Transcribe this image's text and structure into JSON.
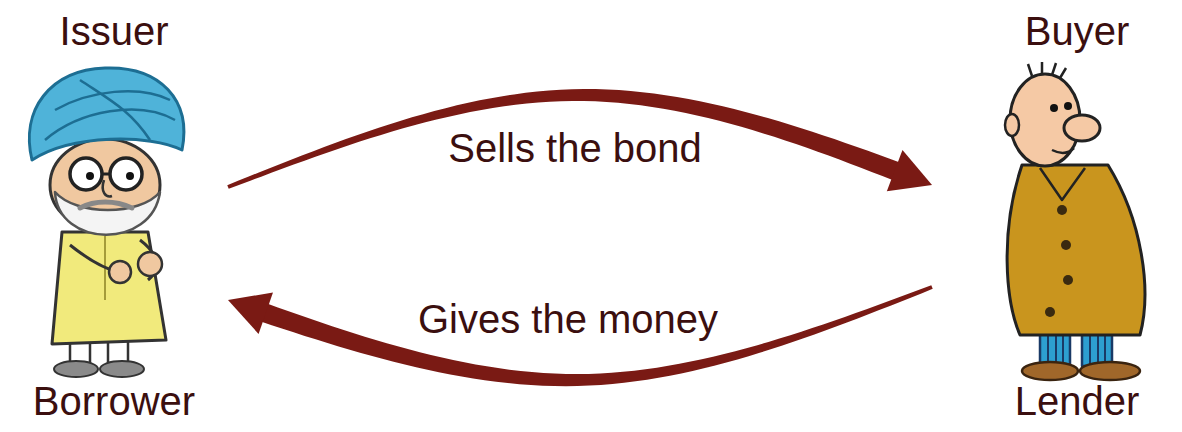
{
  "diagram": {
    "nodes": [
      {
        "text": [
          "Issuer",
          "Borrower"
        ]
      },
      {
        "text": [
          "Buyer",
          "Lender"
        ]
      }
    ],
    "edges": [
      {
        "from": 0,
        "to": 1,
        "arrow": "to",
        "label": "Sells the bond"
      },
      {
        "from": 1,
        "to": 0,
        "arrow": "to",
        "label": "Gives the money"
      }
    ]
  }
}
